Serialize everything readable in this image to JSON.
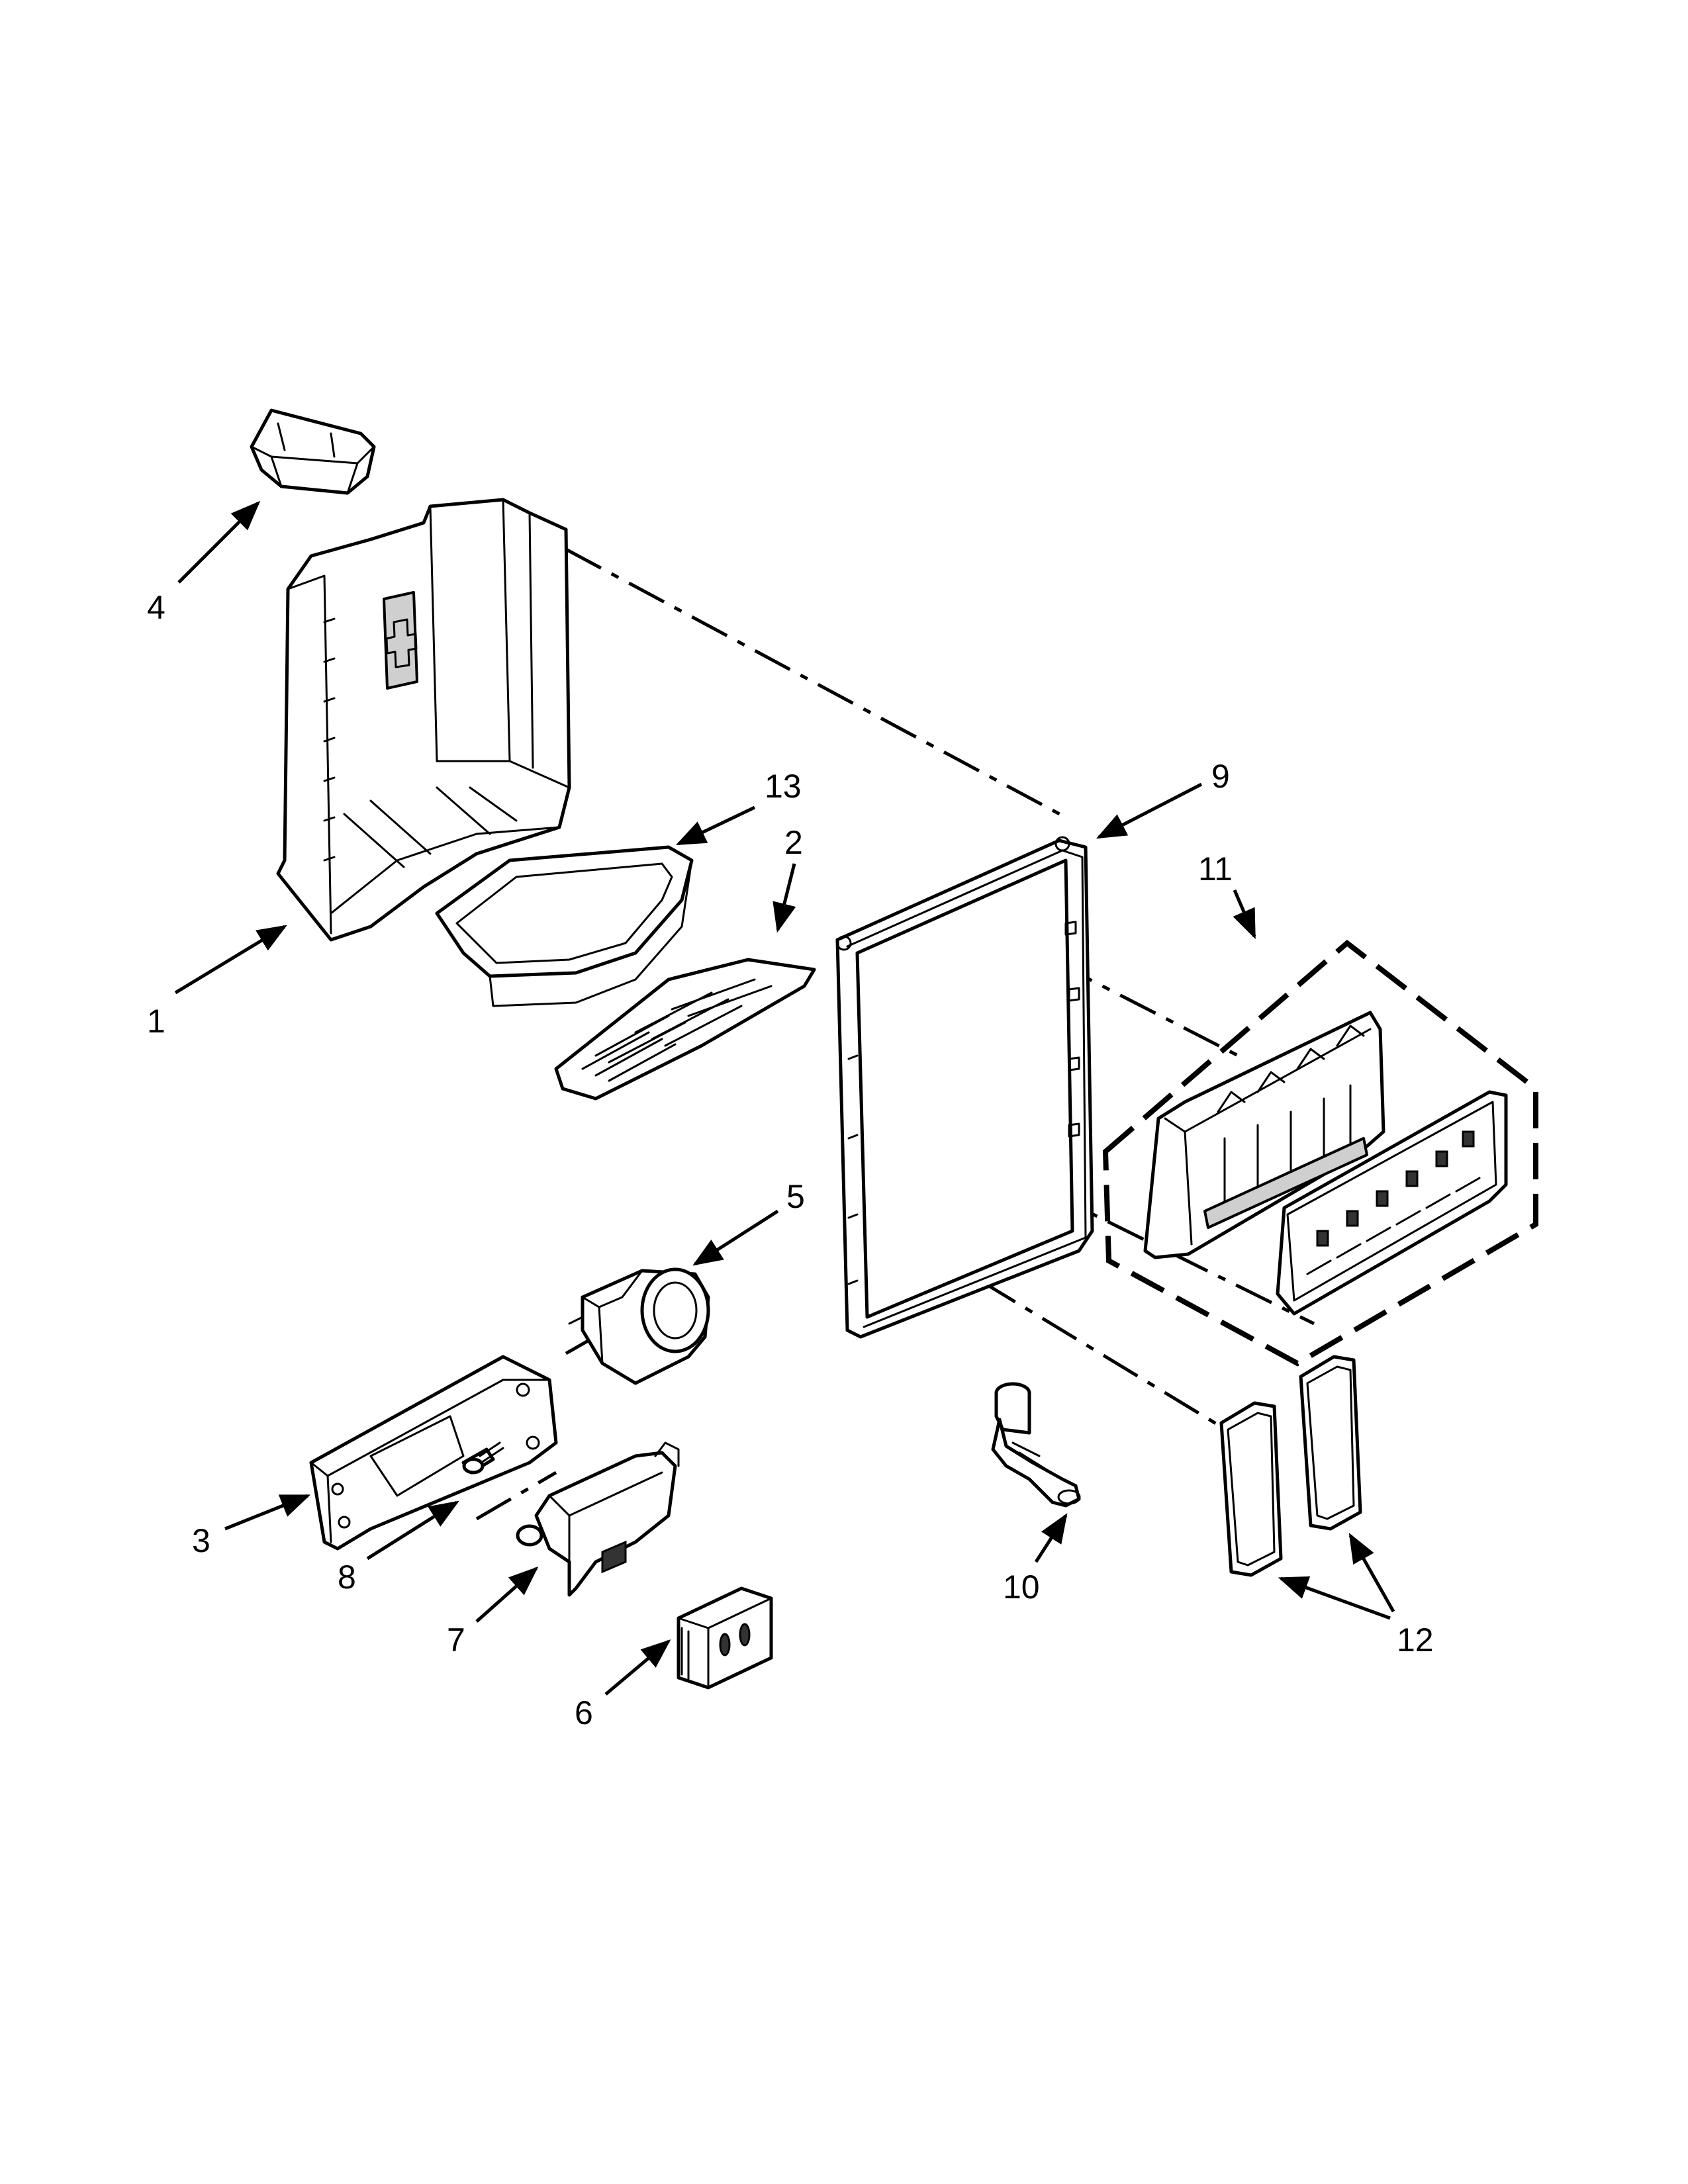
{
  "parts": {
    "p1": "1",
    "p2": "2",
    "p3": "3",
    "p4": "4",
    "p5": "5",
    "p6": "6",
    "p7": "7",
    "p8": "8",
    "p9": "9",
    "p10": "10",
    "p11": "11",
    "p12": "12",
    "p13": "13"
  }
}
